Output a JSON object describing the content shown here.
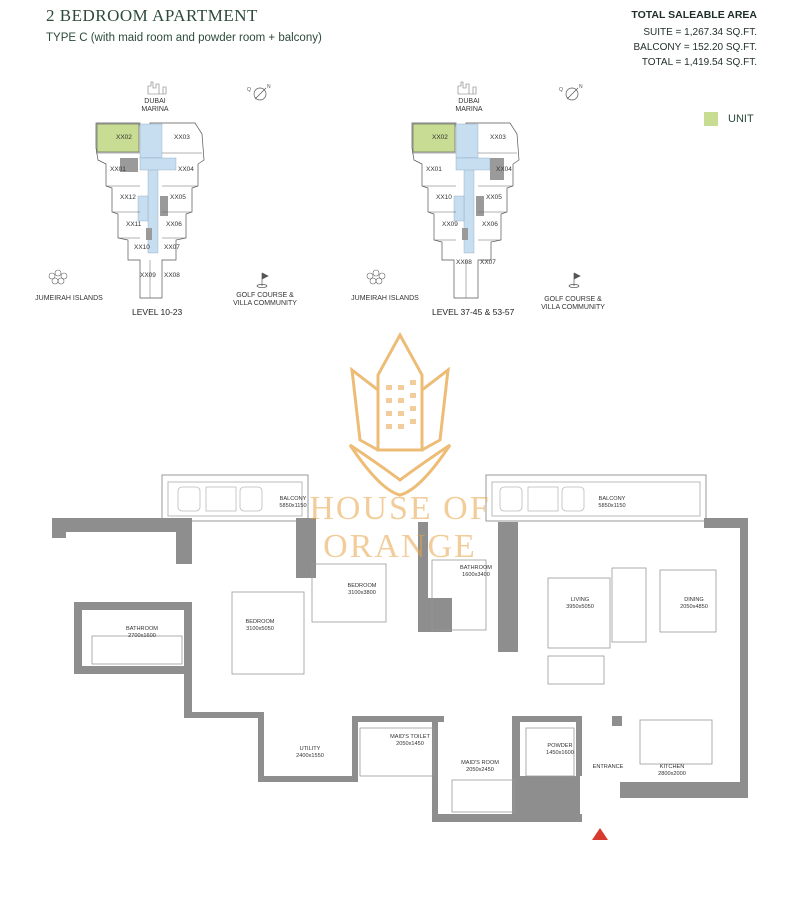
{
  "header": {
    "title": "2 BEDROOM APARTMENT",
    "subtitle": "TYPE C (with maid room and powder room + balcony)"
  },
  "area": {
    "title": "TOTAL SALEABLE AREA",
    "suite": "SUITE = 1,267.34 SQ.FT.",
    "balcony": "BALCONY = 152.20 SQ.FT.",
    "total": "TOTAL = 1,419.54 SQ.FT."
  },
  "legend": {
    "label": "UNIT",
    "color": "#c9dc93"
  },
  "key_plans": [
    {
      "level": "LEVEL 10-23",
      "landmark_top": "DUBAI MARINA",
      "landmark_left": "JUMEIRAH ISLANDS",
      "landmark_right_1": "GOLF COURSE &",
      "landmark_right_2": "VILLA COMMUNITY",
      "units": [
        "XX02",
        "XX03",
        "XX01",
        "XX04",
        "XX12",
        "XX05",
        "XX11",
        "XX06",
        "XX10",
        "XX07",
        "XX09",
        "XX08"
      ]
    },
    {
      "level": "LEVEL 37-45 & 53-57",
      "landmark_top": "DUBAI MARINA",
      "landmark_left": "JUMEIRAH ISLANDS",
      "landmark_right_1": "GOLF COURSE &",
      "landmark_right_2": "VILLA COMMUNITY",
      "units": [
        "XX02",
        "XX03",
        "XX01",
        "XX04",
        "XX10",
        "XX05",
        "XX09",
        "XX06",
        "XX08",
        "XX07"
      ]
    }
  ],
  "watermark": {
    "line1": "HOUSE OF",
    "line2": "ORANGE"
  },
  "rooms": {
    "balcony_left": {
      "name": "BALCONY",
      "size": "5850x1150"
    },
    "balcony_right": {
      "name": "BALCONY",
      "size": "5850x1150"
    },
    "bathroom_left": {
      "name": "BATHROOM",
      "size": "2700x1600"
    },
    "bedroom_left": {
      "name": "BEDROOM",
      "size": "3100x5050"
    },
    "bedroom_mid": {
      "name": "BEDROOM",
      "size": "3100x3800"
    },
    "bathroom_mid": {
      "name": "BATHROOM",
      "size": "1600x3400"
    },
    "living": {
      "name": "LIVING",
      "size": "3950x5050"
    },
    "dining": {
      "name": "DINING",
      "size": "2050x4850"
    },
    "utility": {
      "name": "UTILITY",
      "size": "2400x1550"
    },
    "maids_toilet": {
      "name": "MAID'S TOILET",
      "size": "2050x1450"
    },
    "maids_room": {
      "name": "MAID'S ROOM",
      "size": "2050x2450"
    },
    "powder": {
      "name": "POWDER",
      "size": "1450x1600"
    },
    "entrance": {
      "name": "ENTRANCE"
    },
    "kitchen": {
      "name": "KITCHEN",
      "size": "2800x2000"
    }
  },
  "colors": {
    "wall": "#8e8e8e",
    "accent": "#c9dc93",
    "core_blue": "#c7ddf0",
    "watermark": "#e8a64a"
  }
}
